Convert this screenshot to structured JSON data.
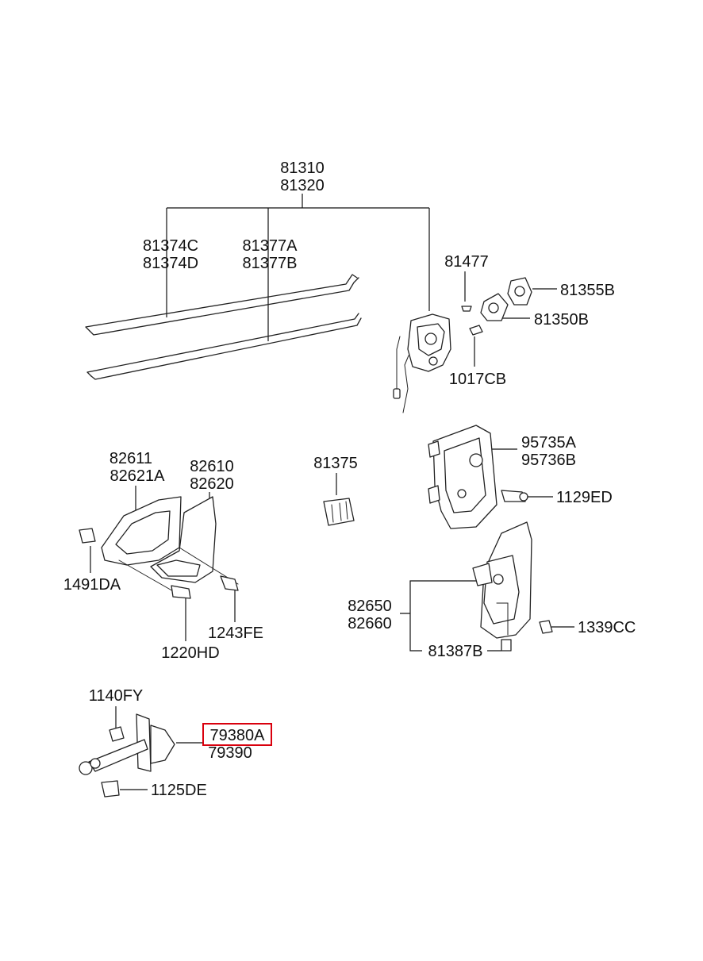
{
  "labels": {
    "lock_assy_a": "81310",
    "lock_assy_b": "81320",
    "rod_c": "81374C",
    "rod_d": "81374D",
    "rod_a": "81377A",
    "rod_b": "81377B",
    "clip": "81477",
    "plate": "81355B",
    "striker": "81350B",
    "screw_cb": "1017CB",
    "handle_a": "82611",
    "handle_b": "82621A",
    "cover_a": "82610",
    "cover_b": "82620",
    "grommet": "81375",
    "actuator_a": "95735A",
    "actuator_b": "95736B",
    "bolt_ed": "1129ED",
    "screw_da": "1491DA",
    "screw_fe": "1243FE",
    "screw_hd": "1220HD",
    "outer_handle_a": "82650",
    "outer_handle_b": "82660",
    "nut_cc": "1339CC",
    "outer_pin": "81387B",
    "bolt_fy": "1140FY",
    "checker_a": "79380A",
    "checker_b": "79390",
    "bolt_de": "1125DE"
  },
  "highlight": {
    "color": "#d9000d"
  }
}
